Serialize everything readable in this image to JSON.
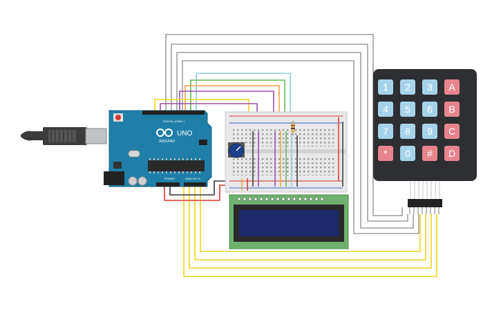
{
  "arduino": {
    "brand": "ARDUINO",
    "model": "UNO",
    "digital_label": "DIGITAL (PWM~)",
    "power_label": "POWER",
    "analog_label": "ANALOG IN"
  },
  "keypad": {
    "keys": [
      [
        "1",
        "2",
        "3",
        "A"
      ],
      [
        "4",
        "5",
        "6",
        "B"
      ],
      [
        "7",
        "8",
        "9",
        "C"
      ],
      [
        "*",
        "0",
        "#",
        "D"
      ]
    ],
    "colors": {
      "digit": "#a7d3ea",
      "letter": "#e7848d",
      "body": "#2d2f33",
      "digit_text": "#ffffff"
    }
  },
  "wire_colors": {
    "gray": "#9c9ea1",
    "cyan": "#8fd0e0",
    "green": "#5cb85c",
    "orange": "#f0a040",
    "purple": "#9b4fb3",
    "yellow": "#f2d31b",
    "red": "#d9342b",
    "black": "#333333"
  },
  "colors": {
    "board": "#1f7fa8",
    "lcd_pcb": "#6fb06f",
    "lcd_screen": "#1d2a6b",
    "breadboard": "#e8e8e8",
    "usb": "#3a3a3a"
  }
}
